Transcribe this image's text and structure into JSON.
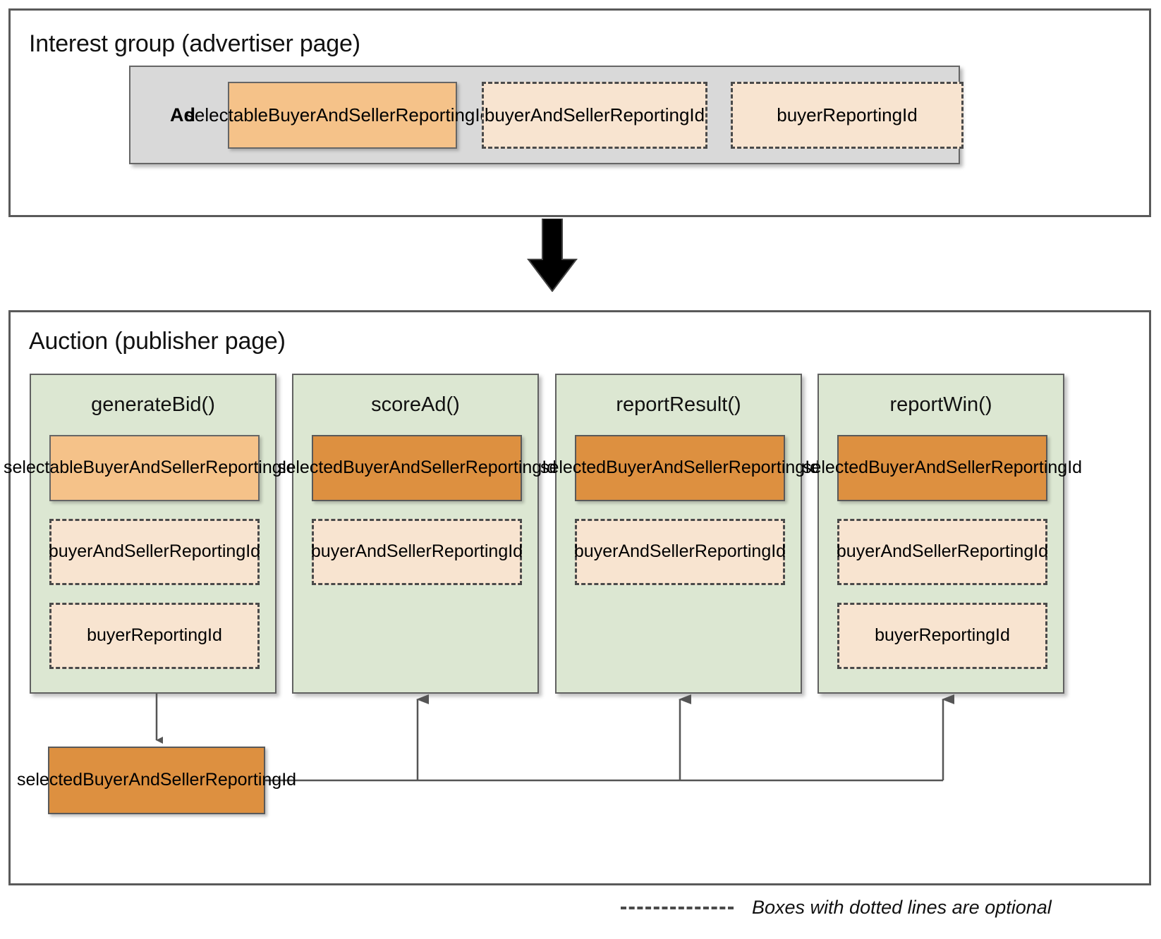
{
  "sections": {
    "interest_group": {
      "title": "Interest group (advertiser page)",
      "ad_label": "Ad",
      "chips": [
        {
          "text": "selectableBuyerAndSellerReportingIds",
          "style": "solid-light"
        },
        {
          "text": "buyerAndSellerReportingId",
          "style": "dashed"
        },
        {
          "text": "buyerReportingId",
          "style": "dashed"
        }
      ]
    },
    "auction": {
      "title": "Auction (publisher page)",
      "columns": [
        {
          "name": "generateBid()",
          "chips": [
            {
              "text": "selectableBuyerAndSellerReportingIds",
              "style": "solid-light"
            },
            {
              "text": "buyerAndSellerReportingId",
              "style": "dashed"
            },
            {
              "text": "buyerReportingId",
              "style": "dashed"
            }
          ]
        },
        {
          "name": "scoreAd()",
          "chips": [
            {
              "text": "selectedBuyerAndSellerReportingId",
              "style": "solid-dark"
            },
            {
              "text": "buyerAndSellerReportingId",
              "style": "dashed"
            }
          ]
        },
        {
          "name": "reportResult()",
          "chips": [
            {
              "text": "selectedBuyerAndSellerReportingId",
              "style": "solid-dark"
            },
            {
              "text": "buyerAndSellerReportingId",
              "style": "dashed"
            }
          ]
        },
        {
          "name": "reportWin()",
          "chips": [
            {
              "text": "selectedBuyerAndSellerReportingId",
              "style": "solid-dark"
            },
            {
              "text": "buyerAndSellerReportingId",
              "style": "dashed"
            },
            {
              "text": "buyerReportingId",
              "style": "dashed"
            }
          ]
        }
      ],
      "result_box": {
        "text": "selectedBuyerAndSellerReportingId",
        "style": "solid-dark"
      }
    }
  },
  "legend": {
    "text": "Boxes with dotted lines are optional"
  },
  "colors": {
    "solid_light_orange": "#F5C289",
    "solid_dark_orange": "#DD9040",
    "dashed_peach": "#F8E4D0",
    "panel_green": "#DCE7D2",
    "ad_gray": "#D9D9D9",
    "frame_border": "#5A5A5A",
    "connector": "#555555"
  }
}
